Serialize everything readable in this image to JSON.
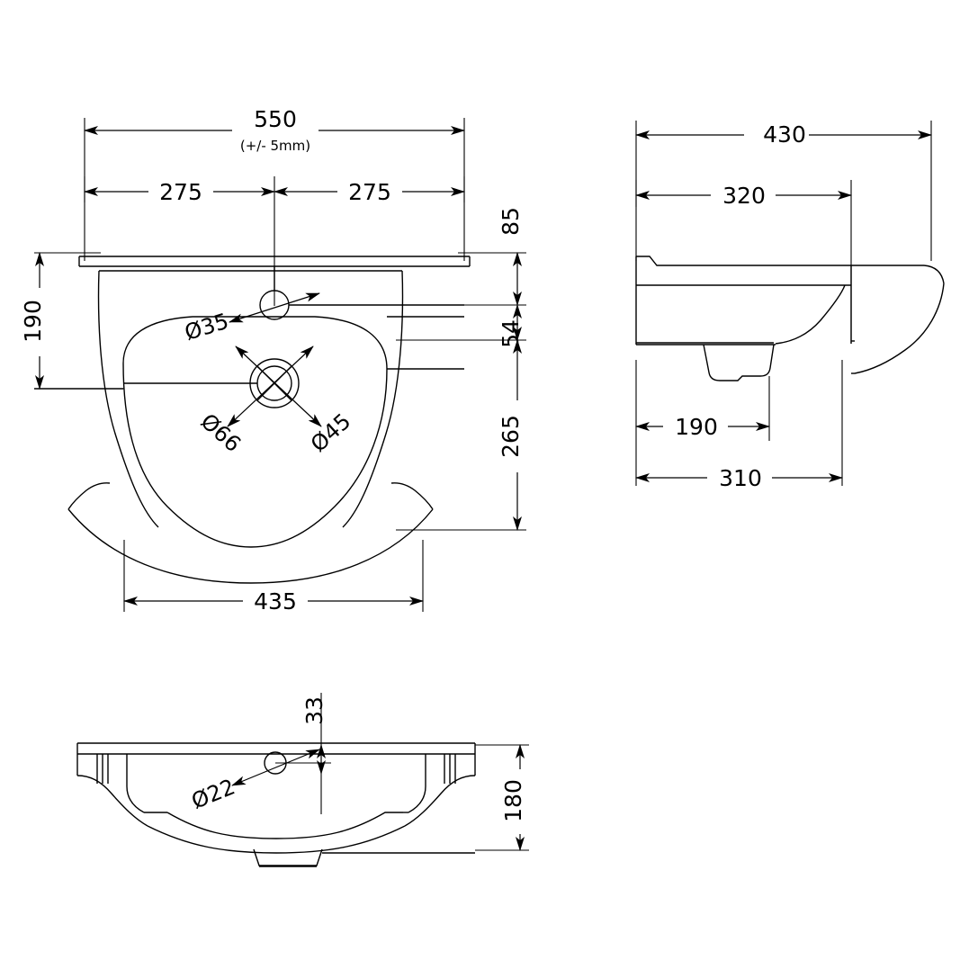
{
  "drawing": {
    "type": "engineering-dimensioned-drawing",
    "subject": "wall-hung ceramic wash basin",
    "units": "mm",
    "line_color": "#000000",
    "background_color": "#ffffff",
    "views": [
      {
        "id": "plan",
        "name": "top plan view"
      },
      {
        "id": "side",
        "name": "right side section view"
      },
      {
        "id": "front",
        "name": "front elevation view"
      }
    ]
  },
  "plan_view": {
    "name": "top-plan-view",
    "dimensions": {
      "overall_width": "550",
      "tolerance_note": "(+/- 5mm)",
      "half_width_left": "275",
      "half_width_right": "275",
      "bowl_width": "435",
      "left_depth": "190",
      "back_rim": "85",
      "tap_hole_offset": "54",
      "bowl_depth": "265"
    },
    "callouts": {
      "tap_hole": "Ø35",
      "waste_outer": "Ø66",
      "waste_inner": "Ø45"
    }
  },
  "side_view": {
    "name": "side-section-view",
    "dimensions": {
      "overall_depth": "430",
      "bowl_depth": "320",
      "waste_offset": "190",
      "bracket_span": "310"
    }
  },
  "front_view": {
    "name": "front-elevation-view",
    "dimensions": {
      "overall_height": "180",
      "tap_hole_depth": "33"
    },
    "callouts": {
      "overflow_hole": "Ø22"
    }
  }
}
